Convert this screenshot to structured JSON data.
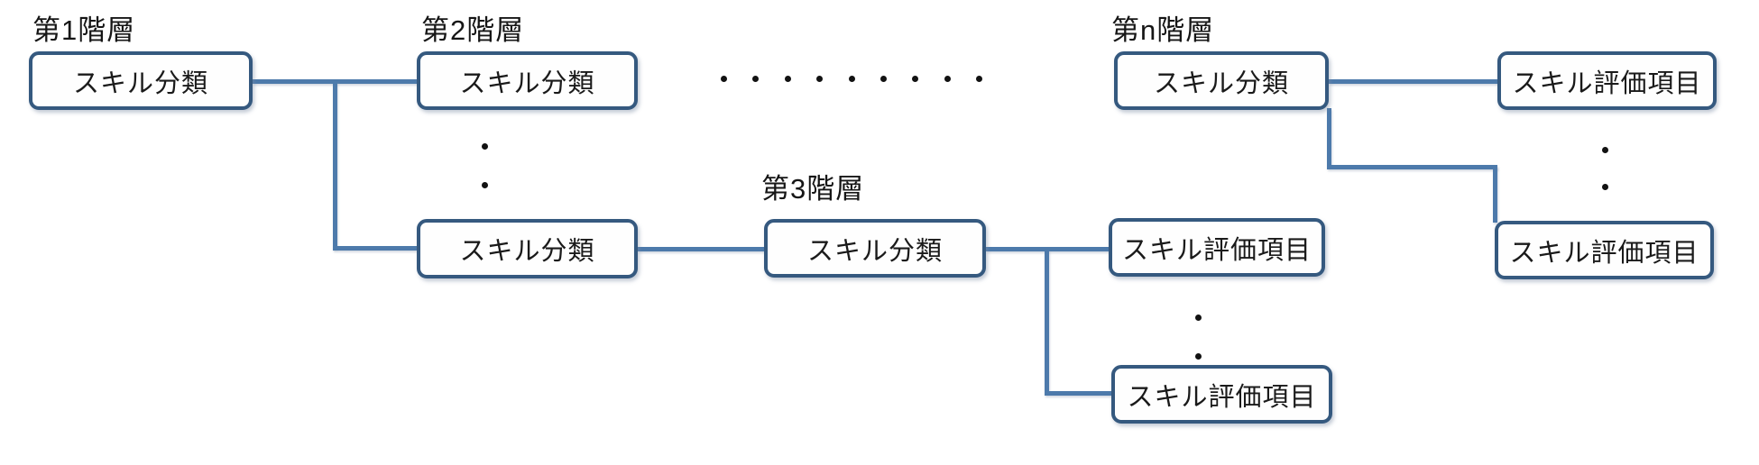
{
  "diagram": {
    "type": "hierarchy-flow",
    "direction": "left-to-right",
    "levels": {
      "l1": "第1階層",
      "l2": "第2階層",
      "l3": "第3階層",
      "ln": "第n階層"
    },
    "node_labels": {
      "category": "スキル分類",
      "evaluation_item": "スキル評価項目"
    },
    "nodes": [
      {
        "level": "第1階層",
        "label": "スキル分類"
      },
      {
        "level": "第2階層",
        "label": "スキル分類"
      },
      {
        "level": "第2階層",
        "label": "スキル分類"
      },
      {
        "level": "第3階層",
        "label": "スキル分類"
      },
      {
        "level": "第n階層",
        "label": "スキル分類"
      },
      {
        "level": "第3階層の子",
        "label": "スキル評価項目"
      },
      {
        "level": "第3階層の子",
        "label": "スキル評価項目"
      },
      {
        "level": "第n階層の子",
        "label": "スキル評価項目"
      },
      {
        "level": "第n階層の子",
        "label": "スキル評価項目"
      }
    ],
    "ellipses": {
      "horizontal_dot_count": 9,
      "vertical_dot_count": 2
    },
    "colors": {
      "box_border": "#35597F",
      "box_fill": "#FEFEFE",
      "connector": "#4D7AAB",
      "text": "#1A1A1A",
      "background": "#FFFFFF"
    }
  }
}
